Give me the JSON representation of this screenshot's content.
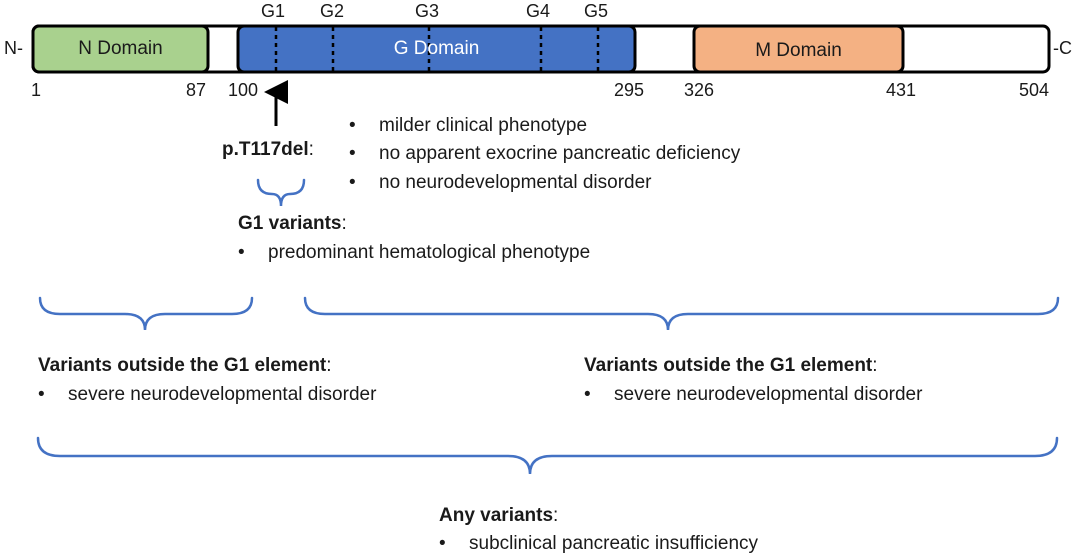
{
  "protein": {
    "n_terminus": "N-",
    "c_terminus": "-C",
    "domains": {
      "n": {
        "label": "N Domain",
        "color": "#a9d18e"
      },
      "g": {
        "label": "G Domain",
        "color": "#4472c4"
      },
      "m": {
        "label": "M Domain",
        "color": "#f4b183"
      }
    },
    "motifs": [
      "G1",
      "G2",
      "G3",
      "G4",
      "G5"
    ],
    "positions": [
      "1",
      "87",
      "100",
      "295",
      "326",
      "431",
      "504"
    ],
    "bracket_color": "#4472c4"
  },
  "deletion": {
    "label": "p.T117del",
    "colon": ":",
    "effects": [
      "milder clinical phenotype",
      "no apparent exocrine pancreatic deficiency",
      "no neurodevelopmental disorder"
    ]
  },
  "g1_variants": {
    "title": "G1 variants",
    "colon": ":",
    "effects": [
      "predominant hematological phenotype"
    ]
  },
  "outside_left": {
    "title": "Variants outside the G1 element",
    "colon": ":",
    "effects": [
      "severe neurodevelopmental disorder"
    ]
  },
  "outside_right": {
    "title": "Variants outside the G1 element",
    "colon": ":",
    "effects": [
      "severe neurodevelopmental disorder"
    ]
  },
  "any_variants": {
    "title": "Any variants",
    "colon": ":",
    "effects": [
      "subclinical pancreatic insufficiency"
    ]
  },
  "bullet_char": "•"
}
